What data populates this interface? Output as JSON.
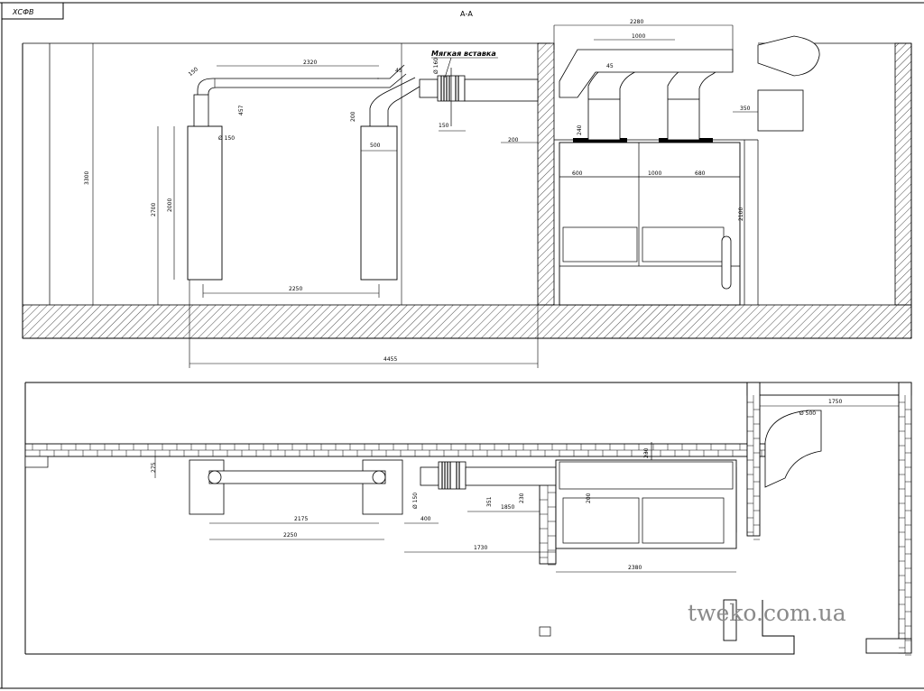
{
  "stamp": "ХСФВ",
  "section_title": "А-А",
  "label_soft": "Мягкая вставка",
  "dims_top": {
    "h3300": "3300",
    "h2700": "2700",
    "h2000": "2000",
    "w2320": "2320",
    "d150": "Ø 150",
    "h457": "457",
    "h200": "200",
    "w500": "500",
    "w2250": "2250",
    "w4455": "4455",
    "d160": "Ø 160",
    "w150": "150",
    "w200": "200",
    "w2280": "2280",
    "w1000": "1000",
    "h240": "240",
    "w350": "350",
    "w600": "600",
    "w1000b": "1000",
    "w680": "680",
    "h2100": "2100",
    "a1": "45",
    "a2": "45",
    "r1": "150"
  },
  "dims_plan": {
    "d500": "Ø 500",
    "w1750": "1750",
    "h275": "275",
    "h230": "230",
    "d150": "Ø 150",
    "w400": "400",
    "h351": "351",
    "h230b": "230",
    "w1850": "1850",
    "w2175": "2175",
    "w2250": "2250",
    "w1730": "1730",
    "h200": "200",
    "w2380": "2380"
  },
  "watermark": "tweko.com.ua"
}
